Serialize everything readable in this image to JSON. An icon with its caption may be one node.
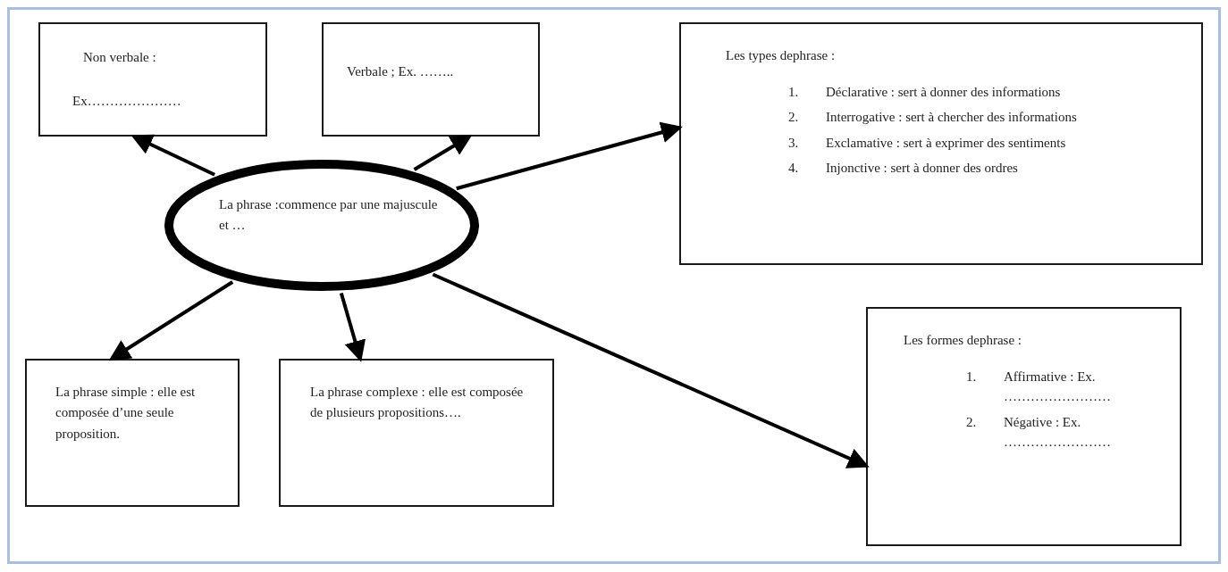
{
  "diagram": {
    "nodes": [
      {
        "text": [
          "La phrase :commence par une majuscule et …"
        ]
      },
      {
        "text": [
          "Non verbale :",
          "Ex…………………"
        ]
      },
      {
        "text": [
          "Verbale ;  Ex. …….."
        ]
      },
      {
        "text": [
          "Les types dephrase :",
          "1.",
          "Déclarative : sert à donner des informations",
          "2.",
          "Interrogative : sert à chercher des informations",
          "3.",
          "Exclamative : sert à exprimer des sentiments",
          "4.",
          "Injonctive : sert à donner des ordres"
        ]
      },
      {
        "text": [
          "Les formes dephrase :",
          "1.",
          "Affirmative : Ex. ……………………",
          "2.",
          "Négative : Ex. ……………………"
        ]
      },
      {
        "text": [
          "La phrase simple : elle est composée d’une seule proposition."
        ]
      },
      {
        "text": [
          "La phrase complexe : elle est composée de plusieurs propositions…."
        ]
      }
    ],
    "edges": [
      {
        "from": 0,
        "to": 1,
        "arrow": "to"
      },
      {
        "from": 0,
        "to": 2,
        "arrow": "to"
      },
      {
        "from": 0,
        "to": 3,
        "arrow": "to"
      },
      {
        "from": 0,
        "to": 5,
        "arrow": "to"
      },
      {
        "from": 0,
        "to": 6,
        "arrow": "to"
      },
      {
        "from": 0,
        "to": 4,
        "arrow": "to"
      }
    ]
  }
}
